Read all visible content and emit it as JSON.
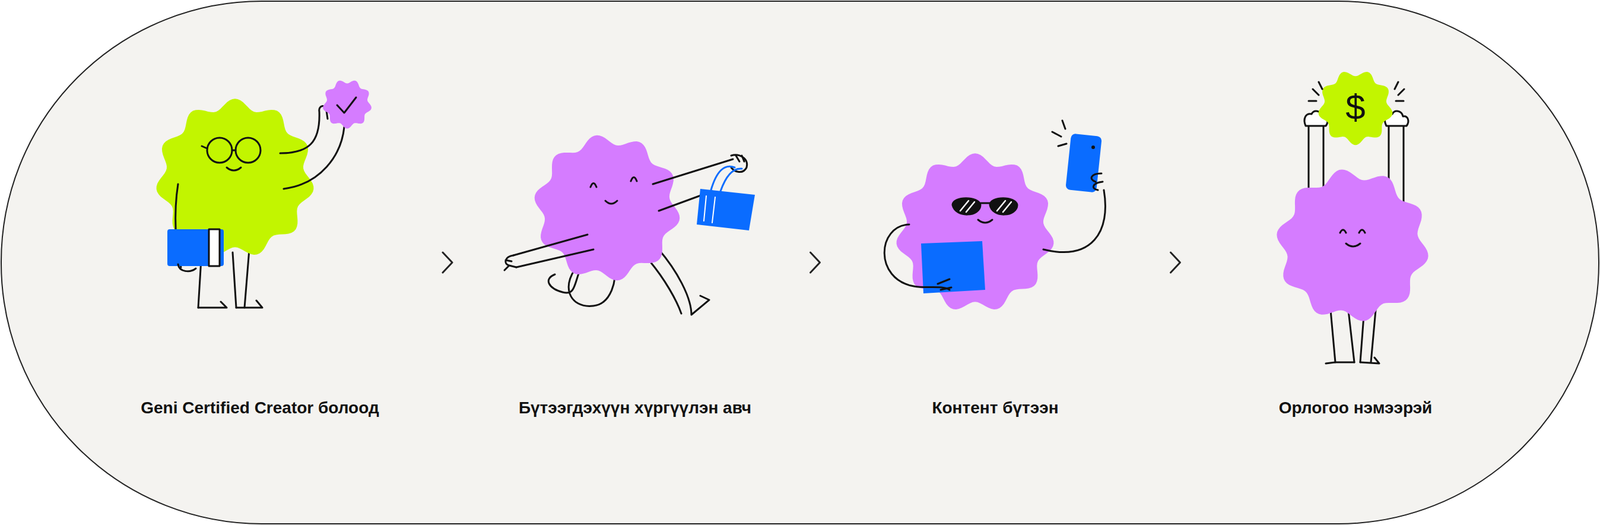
{
  "diagram": {
    "nodes": [
      {
        "text": [
          "Geni Certified Creator болоод"
        ]
      },
      {
        "text": [
          "Бүтээгдэхүүн хүргүүлэн авч"
        ]
      },
      {
        "text": [
          "Контент бүтээн"
        ]
      },
      {
        "text": [
          "Орлогоо нэмээрэй"
        ]
      }
    ],
    "edges": [
      {
        "from": 0,
        "to": 1,
        "arrow": "to"
      },
      {
        "from": 1,
        "to": 2,
        "arrow": "to"
      },
      {
        "from": 2,
        "to": 3,
        "arrow": "to"
      }
    ],
    "labels": [
      "$"
    ]
  }
}
